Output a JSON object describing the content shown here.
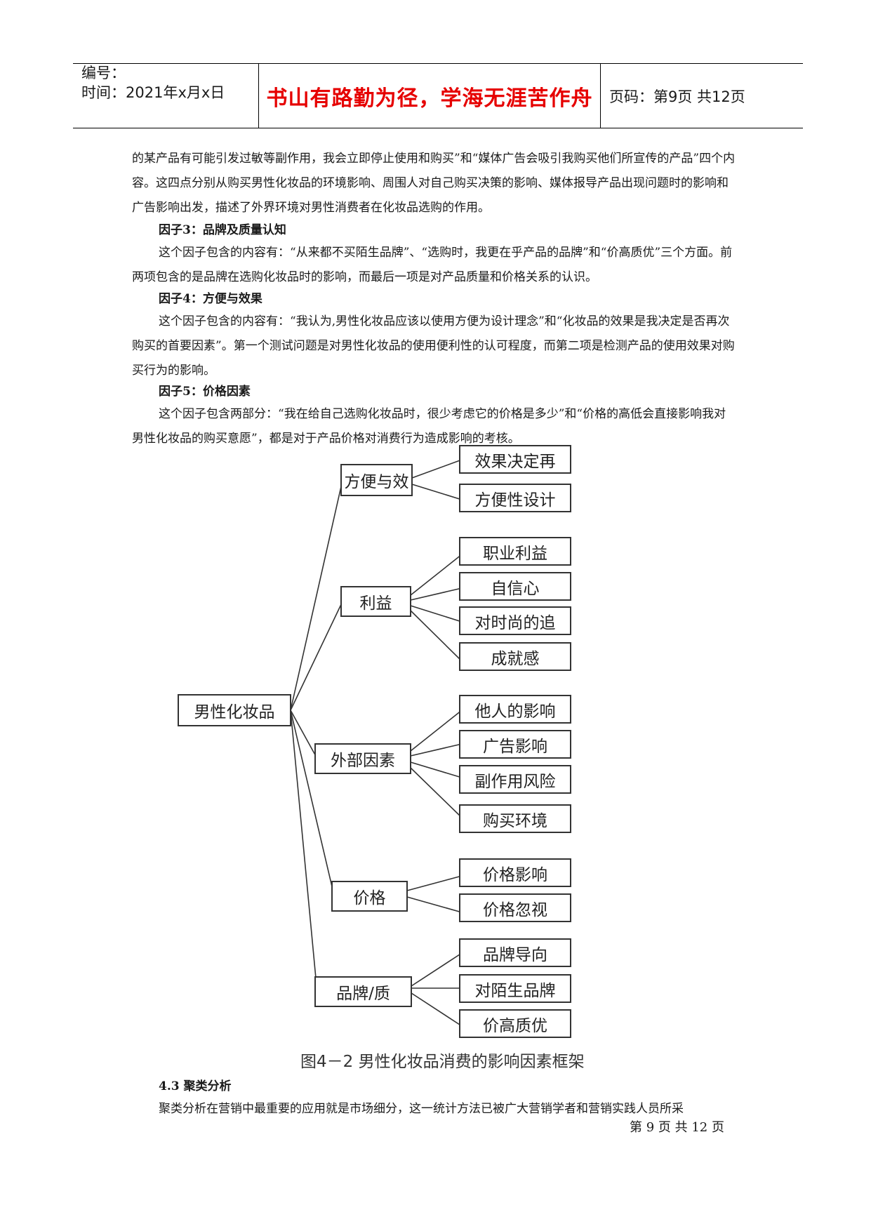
{
  "header": {
    "number_label": "编号：",
    "time_label": "时间：2021年x月x日",
    "motto": "书山有路勤为径，学海无涯苦作舟",
    "page_label": "页码：第9页  共12页"
  },
  "body": {
    "p1": "的某产品有可能引发过敏等副作用，我会立即停止使用和购买”和“媒体广告会吸引我购买他们所宣传的产品”四个内容。这四点分别从购买男性化妆品的环境影响、周围人对自己购买决策的影响、媒体报导产品出现问题时的影响和广告影响出发，描述了外界环境对男性消费者在化妆品选购的作用。",
    "h3": "因子3：品牌及质量认知",
    "p3": "这个因子包含的内容有：“从来都不买陌生品牌”、“选购时，我更在乎产品的品牌”和“价高质优”三个方面。前两项包含的是品牌在选购化妆品时的影响，而最后一项是对产品质量和价格关系的认识。",
    "h4": "因子4：方便与效果",
    "p4": "这个因子包含的内容有：“我认为,男性化妆品应该以使用方便为设计理念”和“化妆品的效果是我决定是否再次购买的首要因素”。第一个测试问题是对男性化妆品的使用便利性的认可程度，而第二项是检测产品的使用效果对购买行为的影响。",
    "h5": "因子5：价格因素",
    "p5": "这个因子包含两部分：“我在给自己选购化妆品时，很少考虑它的价格是多少”和“价格的高低会直接影响我对男性化妆品的购买意愿”，都是对于产品价格对消费行为造成影响的考核。",
    "section": "4.3 聚类分析",
    "p6": "聚类分析在营销中最重要的应用就是市场细分，这一统计方法已被广大营销学者和营销实践人员所采"
  },
  "diagram": {
    "root": "男性化妆品",
    "groups": [
      {
        "label": "方便与效",
        "items": [
          "效果决定再",
          "方便性设计"
        ]
      },
      {
        "label": "利益",
        "items": [
          "职业利益",
          "自信心",
          "对时尚的追",
          "成就感"
        ]
      },
      {
        "label": "外部因素",
        "items": [
          "他人的影响",
          "广告影响",
          "副作用风险",
          "购买环境"
        ]
      },
      {
        "label": "价格",
        "items": [
          "价格影响",
          "价格忽视"
        ]
      },
      {
        "label": "品牌/质",
        "items": [
          "品牌导向",
          "对陌生品牌",
          "价高质优"
        ]
      }
    ],
    "caption": "图4－2 男性化妆品消费的影响因素框架"
  },
  "footer": {
    "page": "第 9 页  共 12 页"
  }
}
